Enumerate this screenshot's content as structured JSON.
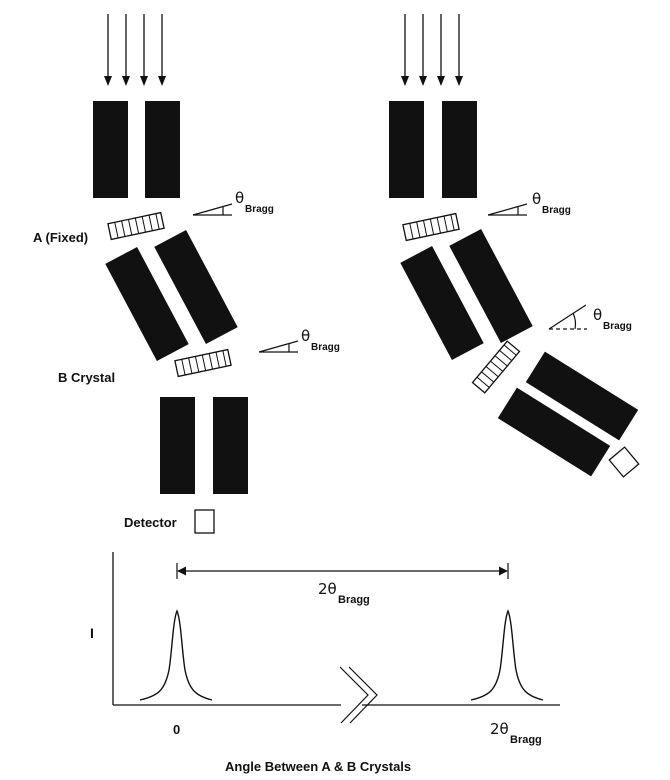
{
  "labels": {
    "a_fixed": "A (Fixed)",
    "b_crystal": "B Crystal",
    "detector": "Detector",
    "theta": "θ",
    "bragg": "Bragg",
    "two_theta": "2θ",
    "intensity": "I",
    "x_zero": "0",
    "x_axis": "Angle Between A & B Crystals"
  },
  "colors": {
    "slit": "#111111",
    "line": "#111111",
    "background": "#ffffff"
  },
  "icons": [
    "down-arrow-icon",
    "crystal-icon",
    "detector-icon",
    "angle-icon",
    "axis-break-icon"
  ]
}
